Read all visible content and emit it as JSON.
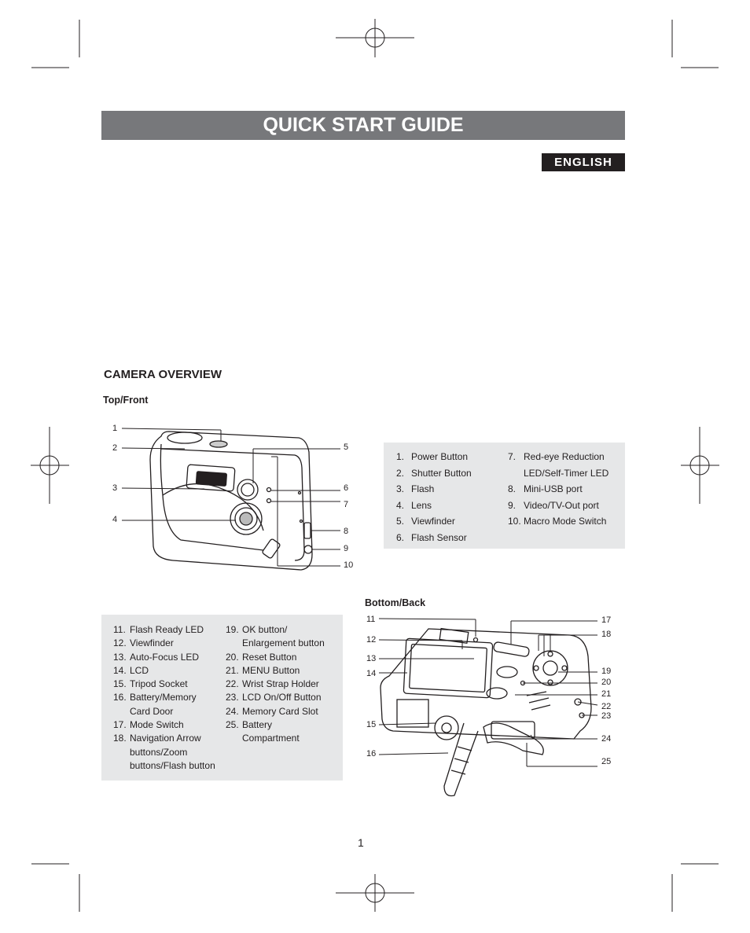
{
  "title": "QUICK START GUIDE",
  "language": "ENGLISH",
  "section_heading": "CAMERA OVERVIEW",
  "top_front": {
    "heading": "Top/Front",
    "callouts": [
      "1",
      "2",
      "3",
      "4",
      "5",
      "6",
      "7",
      "8",
      "9",
      "10"
    ],
    "legend_left": [
      {
        "num": "1.",
        "label": "Power Button"
      },
      {
        "num": "2.",
        "label": "Shutter Button"
      },
      {
        "num": "3.",
        "label": "Flash"
      },
      {
        "num": "4.",
        "label": "Lens"
      },
      {
        "num": "5.",
        "label": "Viewfinder"
      },
      {
        "num": "6.",
        "label": "Flash Sensor"
      }
    ],
    "legend_right": [
      {
        "num": "7.",
        "label": "Red-eye Reduction"
      },
      {
        "num": "",
        "label": "LED/Self-Timer LED"
      },
      {
        "num": "8.",
        "label": "Mini-USB port"
      },
      {
        "num": "9.",
        "label": "Video/TV-Out port"
      },
      {
        "num": "10.",
        "label": "Macro Mode Switch"
      }
    ]
  },
  "bottom_back": {
    "heading": "Bottom/Back",
    "callouts": [
      "11",
      "12",
      "13",
      "14",
      "15",
      "16",
      "17",
      "18",
      "19",
      "20",
      "21",
      "22",
      "23",
      "24",
      "25"
    ],
    "legend_left": [
      {
        "num": "11.",
        "label": "Flash Ready LED"
      },
      {
        "num": "12.",
        "label": "Viewfinder"
      },
      {
        "num": "13.",
        "label": "Auto-Focus LED"
      },
      {
        "num": "14.",
        "label": "LCD"
      },
      {
        "num": "15.",
        "label": "Tripod Socket"
      },
      {
        "num": "16.",
        "label": "Battery/Memory"
      },
      {
        "num": "",
        "label": "Card Door"
      },
      {
        "num": "17.",
        "label": "Mode Switch"
      },
      {
        "num": "18.",
        "label": "Navigation Arrow"
      },
      {
        "num": "",
        "label": "buttons/Zoom"
      },
      {
        "num": "",
        "label": "buttons/Flash button"
      }
    ],
    "legend_right": [
      {
        "num": "19.",
        "label": "OK button/"
      },
      {
        "num": "",
        "label": "Enlargement button"
      },
      {
        "num": "20.",
        "label": "Reset Button"
      },
      {
        "num": "21.",
        "label": "MENU Button"
      },
      {
        "num": "22.",
        "label": "Wrist Strap Holder"
      },
      {
        "num": "23.",
        "label": "LCD On/Off Button"
      },
      {
        "num": "24.",
        "label": "Memory Card Slot"
      },
      {
        "num": "25.",
        "label": "Battery"
      },
      {
        "num": "",
        "label": "Compartment"
      }
    ]
  },
  "page_number": "1"
}
